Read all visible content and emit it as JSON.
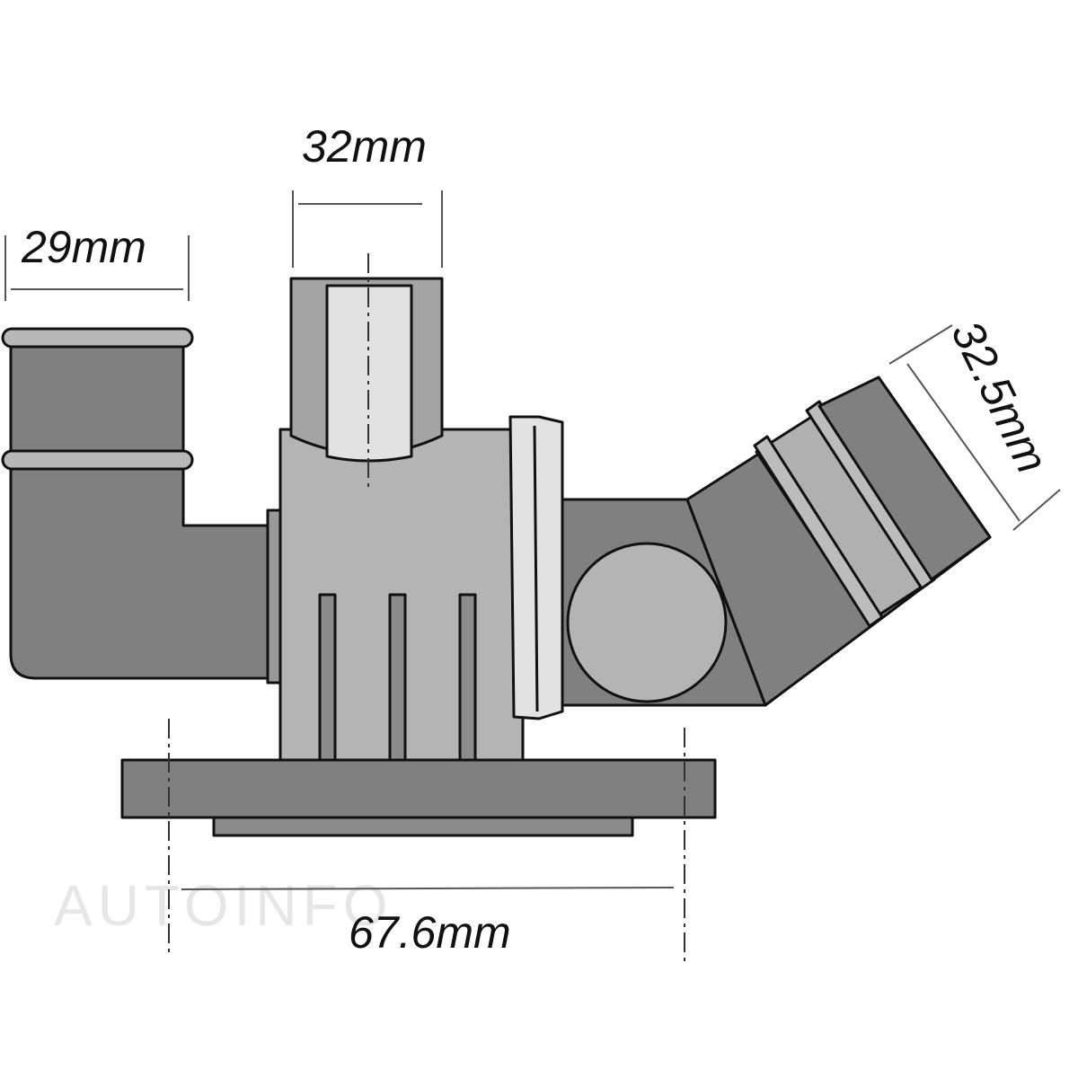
{
  "diagram": {
    "subject": "thermostat housing dimensional drawing",
    "dimensions": {
      "left_outlet": "29mm",
      "top_outlet": "32mm",
      "angled_outlet": "32.5mm",
      "flange_width": "67.6mm"
    },
    "watermark": "AUTOINFO"
  },
  "colors": {
    "dark_body": "#808080",
    "mid_body": "#b4b4b4",
    "light_insert": "#e2e2e2",
    "ring": "#b8b8b8",
    "outline": "#111111",
    "dimension_line": "#555555",
    "watermark": "#e6e6e6"
  }
}
